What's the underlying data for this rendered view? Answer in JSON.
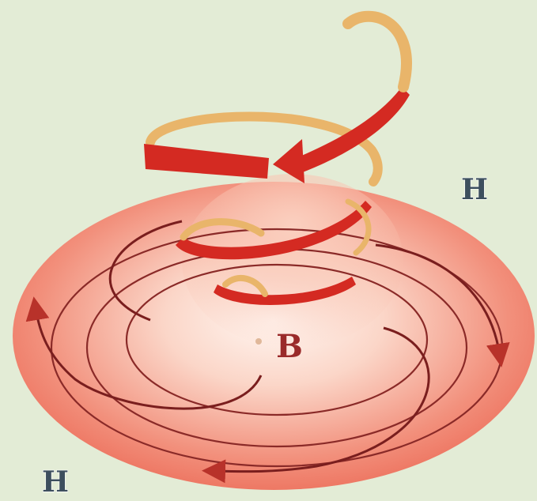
{
  "labels": {
    "high_top_right": "H",
    "high_bottom_left": "H",
    "low_center": "B"
  },
  "colors": {
    "background": "#e3ecd6",
    "disc_outer": "#f08070",
    "disc_inner": "#fff4ef",
    "ribbon_red": "#d42a22",
    "ribbon_tan": "#e9b56a",
    "arrow_dark": "#7a1e1e",
    "label_high": "#3d4f5e",
    "label_low": "#9a2a2a"
  }
}
